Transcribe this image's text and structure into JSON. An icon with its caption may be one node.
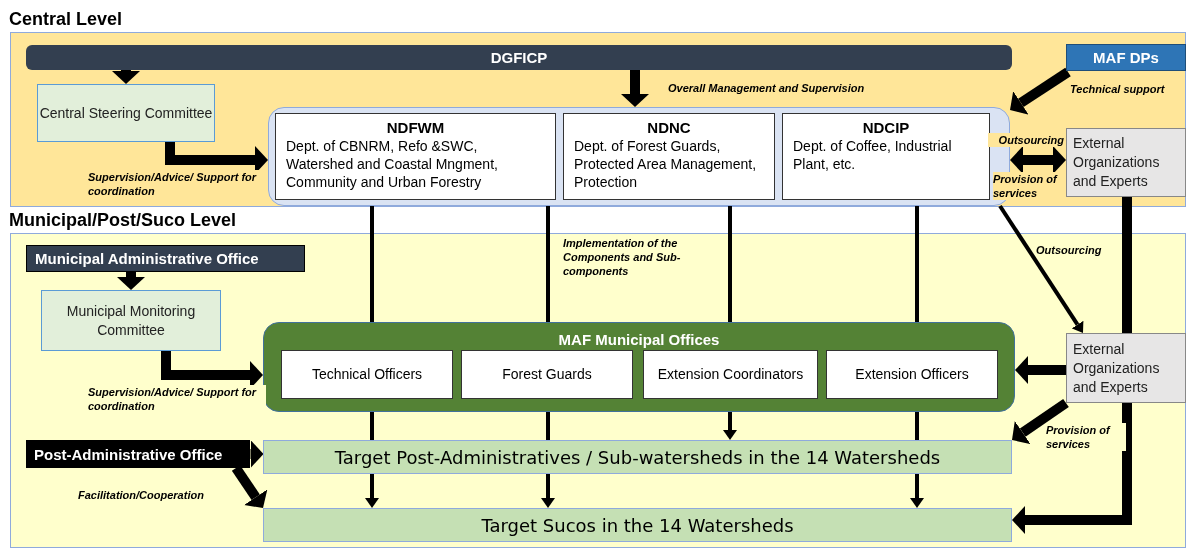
{
  "diagram": {
    "nodes": [
      {
        "text": [
          "Central Level"
        ]
      },
      {
        "text": [
          "DGFICP"
        ],
        "in": 0
      },
      {
        "text": [
          "MAF DPs"
        ],
        "in": 0
      },
      {
        "text": [
          "Central Steering Committee"
        ],
        "in": 0
      },
      {
        "text": [],
        "shape": "box",
        "in": 0
      },
      {
        "text": [
          "NDFWM",
          "Dept. of CBNRM, Refo &SWC, Watershed and Coastal Mngment, Community and Urban Forestry"
        ],
        "in": 4
      },
      {
        "text": [
          "NDNC",
          "Dept. of Forest Guards, Protected Area Management, Protection"
        ],
        "in": 4
      },
      {
        "text": [
          "NDCIP",
          "Dept. of Coffee, Industrial Plant, etc."
        ],
        "in": 4
      },
      {
        "text": [
          "External Organizations and Experts"
        ],
        "in": 0
      },
      {
        "text": [
          "Municipal/Post/Suco Level"
        ]
      },
      {
        "text": [
          "Municipal Administrative Office"
        ],
        "in": 9
      },
      {
        "text": [
          "Municipal Monitoring Committee"
        ],
        "in": 9
      },
      {
        "text": [
          "MAF Municipal Offices"
        ],
        "in": 9
      },
      {
        "text": [
          "Technical Officers"
        ],
        "in": 12
      },
      {
        "text": [
          "Forest Guards"
        ],
        "in": 12
      },
      {
        "text": [
          "Extension Coordinators"
        ],
        "in": 12
      },
      {
        "text": [
          "Extension Officers"
        ],
        "in": 12
      },
      {
        "text": [
          "External Organizations and Experts"
        ],
        "in": 9
      },
      {
        "text": [
          "Post-Administrative Office"
        ],
        "in": 9
      },
      {
        "text": [
          "Target Post-Administratives / Sub-watersheds in the 14 Watersheds"
        ],
        "in": 9
      },
      {
        "text": [
          "Target Sucos in the 14 Watersheds"
        ],
        "in": 9
      }
    ],
    "edges": [
      {
        "from": 1,
        "to": 3,
        "arrow": "to"
      },
      {
        "from": 3,
        "to": 4,
        "arrow": "to",
        "label": "Supervision/Advice/ Support for coordination"
      },
      {
        "from": 1,
        "to": 4,
        "arrow": "to",
        "label": "Overall Management and Supervision"
      },
      {
        "from": 2,
        "to": 4,
        "arrow": "to",
        "label": "Technical support"
      },
      {
        "from": 4,
        "to": 8,
        "arrow": "both",
        "label": "Outsourcing"
      },
      {
        "from": 5,
        "to": 12,
        "arrow": "none"
      },
      {
        "from": 5,
        "to": 12,
        "arrow": "none"
      },
      {
        "from": 6,
        "to": 12,
        "arrow": "none"
      },
      {
        "from": 7,
        "to": 12,
        "arrow": "none"
      },
      {
        "from": 12,
        "to": 19,
        "arrow": "none"
      },
      {
        "from": 12,
        "to": 19,
        "arrow": "none"
      },
      {
        "from": 12,
        "to": 19,
        "arrow": "to"
      },
      {
        "from": 12,
        "to": 19,
        "arrow": "none"
      },
      {
        "from": 19,
        "to": 20,
        "arrow": "to"
      },
      {
        "from": 19,
        "to": 20,
        "arrow": "to"
      },
      {
        "from": 19,
        "to": 20,
        "arrow": "to"
      },
      {
        "from": 4,
        "to": 17,
        "arrow": "to",
        "label": "Outsourcing"
      },
      {
        "from": 8,
        "to": 17,
        "arrow": "none"
      },
      {
        "from": 17,
        "to": 20,
        "arrow": "to"
      },
      {
        "from": 17,
        "to": 12,
        "arrow": "to"
      },
      {
        "from": 17,
        "to": 19,
        "arrow": "to",
        "label": "Provision of services"
      },
      {
        "from": 10,
        "to": 11,
        "arrow": "to"
      },
      {
        "from": 11,
        "to": 12,
        "arrow": "to",
        "label": "Supervision/Advice/ Support for coordination"
      },
      {
        "from": 18,
        "to": 19,
        "arrow": "to"
      },
      {
        "from": 18,
        "to": 20,
        "arrow": "to",
        "label": "Facilitation/Cooperation"
      }
    ],
    "labels": [
      "Provision of services",
      "Implementation of the Components and Sub-components"
    ]
  }
}
